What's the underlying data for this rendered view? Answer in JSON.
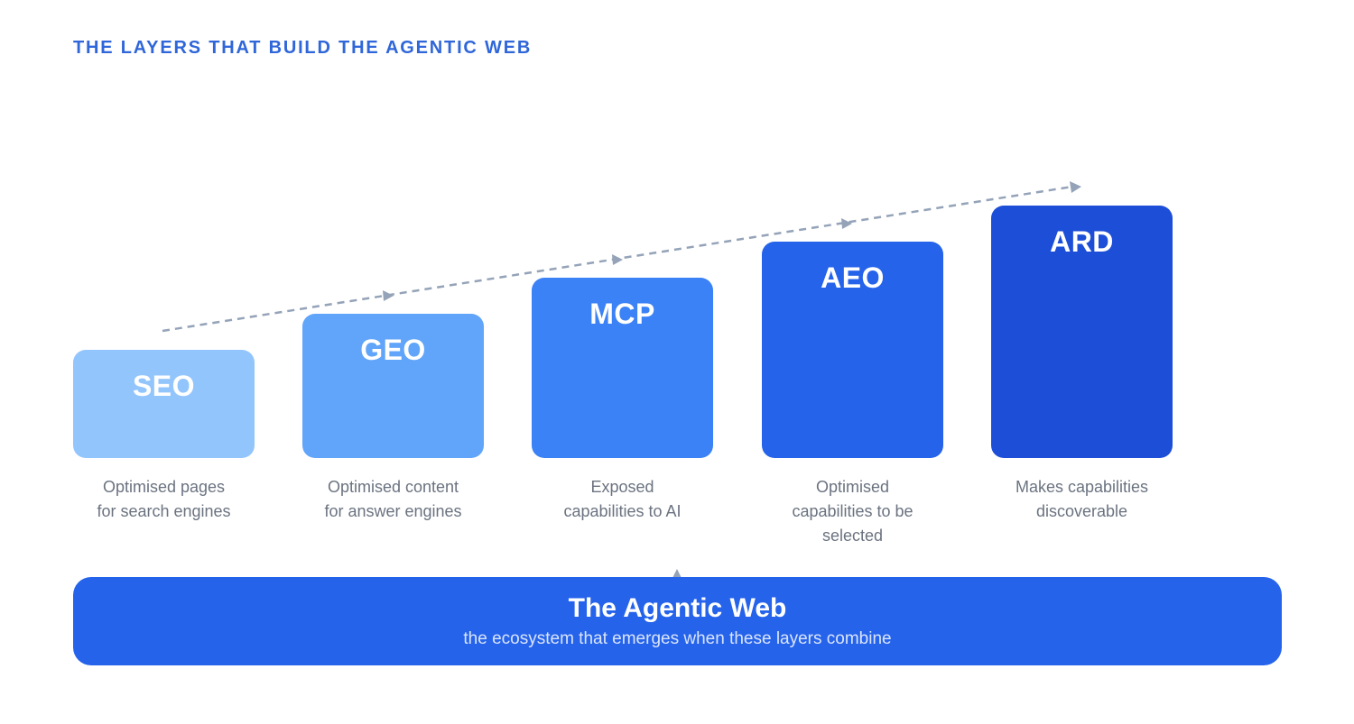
{
  "heading": "THE LAYERS THAT BUILD THE AGENTIC WEB",
  "colors": {
    "heading": "#2f66d9",
    "arrow": "#94a3b8",
    "description": "#6b7380",
    "base_panel": "#2563eb"
  },
  "layers": [
    {
      "name": "SEO",
      "color": "#93c5fd",
      "description_lines": [
        "Optimised pages",
        "for search engines"
      ]
    },
    {
      "name": "GEO",
      "color": "#60a5fa",
      "description_lines": [
        "Optimised content",
        "for answer engines"
      ]
    },
    {
      "name": "MCP",
      "color": "#3b82f6",
      "description_lines": [
        "Exposed",
        "capabilities to AI"
      ]
    },
    {
      "name": "AEO",
      "color": "#2563eb",
      "description_lines": [
        "Optimised",
        "capabilities to be",
        "selected"
      ]
    },
    {
      "name": "ARD",
      "color": "#1d4ed8",
      "description_lines": [
        "Makes capabilities",
        "discoverable"
      ]
    }
  ],
  "base": {
    "title": "The Agentic Web",
    "subtitle": "the ecosystem that emerges when these layers combine"
  }
}
